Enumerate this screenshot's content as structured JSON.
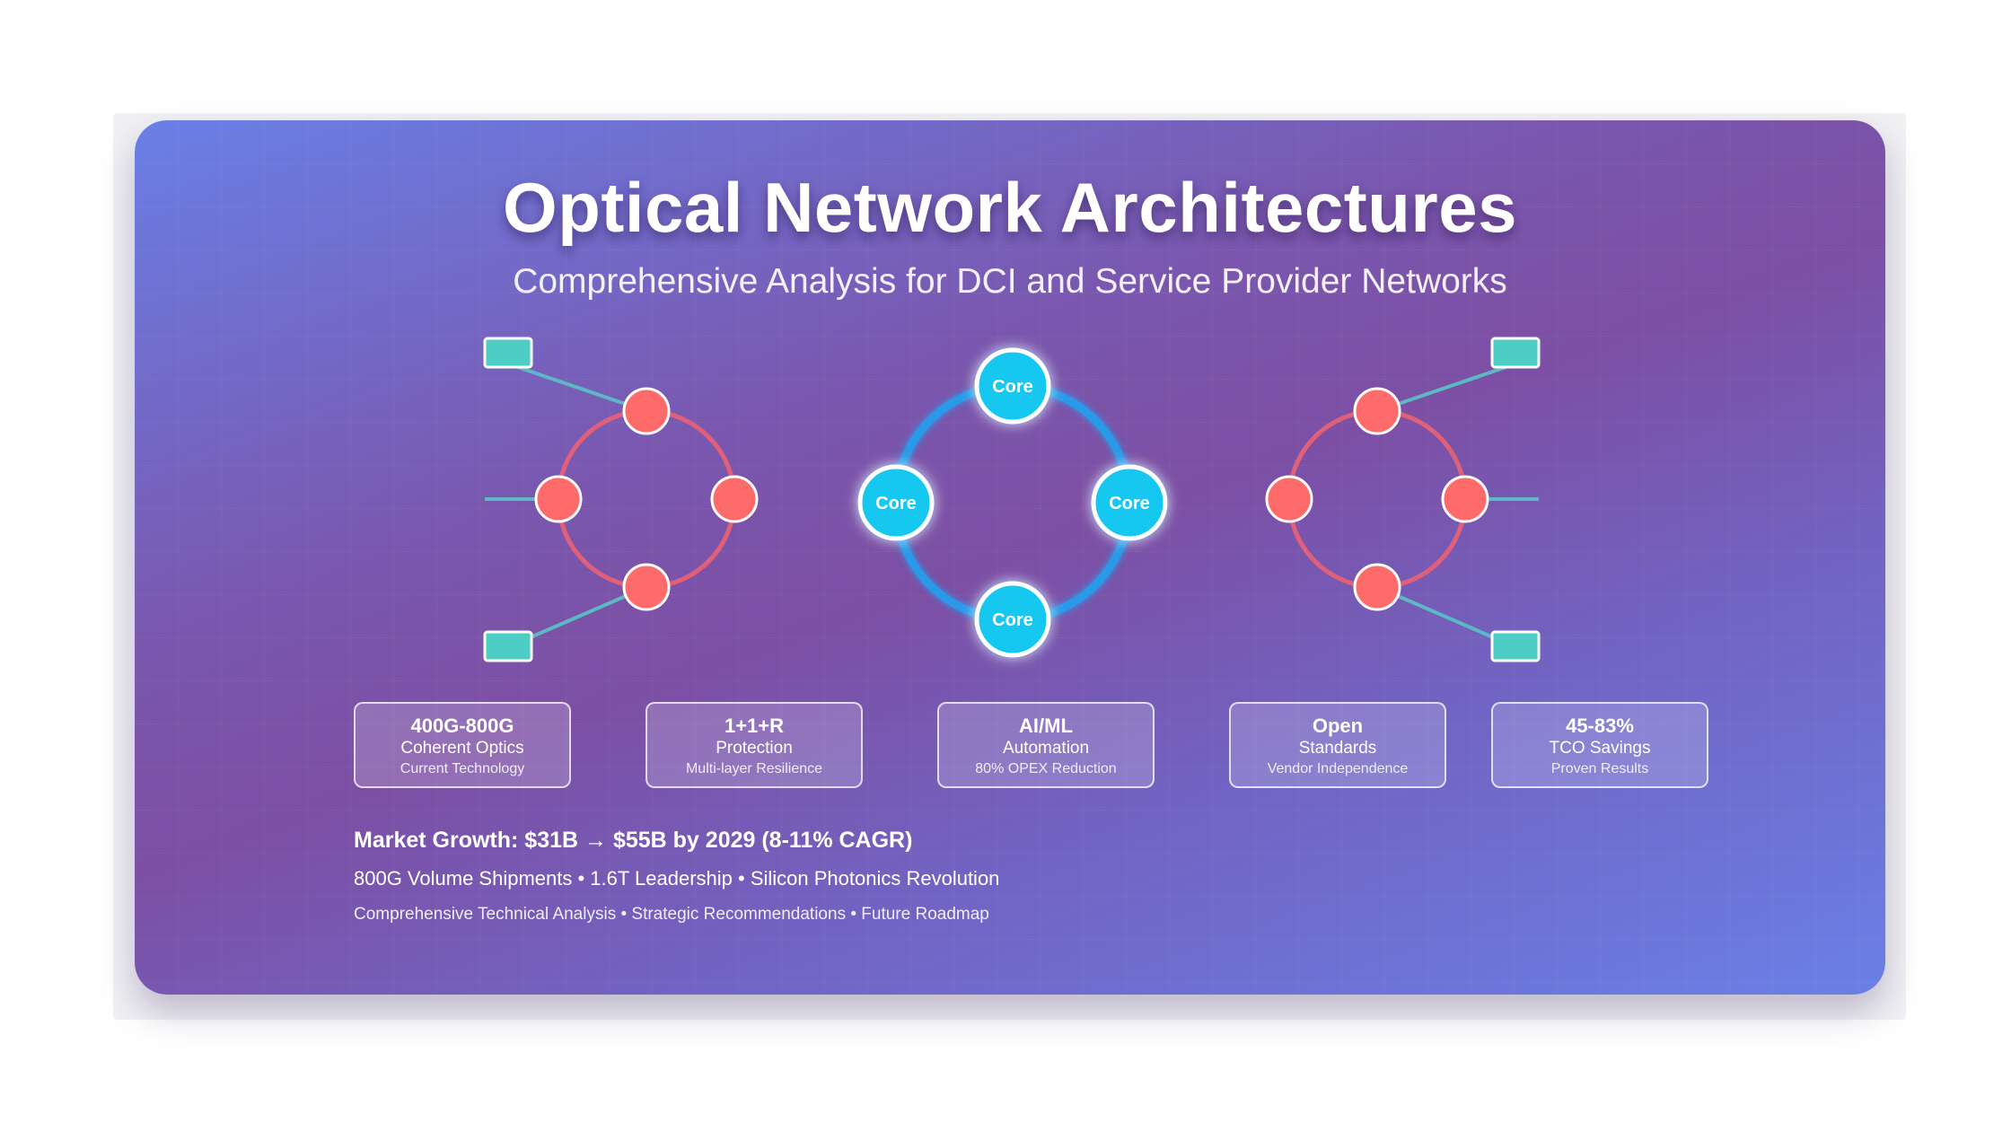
{
  "title": "Optical Network Architectures",
  "subtitle": "Comprehensive Analysis for DCI and Service Provider Networks",
  "colors": {
    "ring_red": "#ff6b6b",
    "ring_line": "#e0607a",
    "core_cyan": "#17c8f0",
    "core_ring": "#2a9ae8",
    "terminal_teal": "#4ecdc4",
    "link_teal": "#5bb8c4"
  },
  "diagram": {
    "core_nodes": [
      "Core",
      "Core",
      "Core",
      "Core"
    ]
  },
  "cards": [
    {
      "head": "400G-800G",
      "sub": "Coherent Optics",
      "note": "Current Technology"
    },
    {
      "head": "1+1+R",
      "sub": "Protection",
      "note": "Multi-layer Resilience"
    },
    {
      "head": "AI/ML",
      "sub": "Automation",
      "note": "80% OPEX Reduction"
    },
    {
      "head": "Open",
      "sub": "Standards",
      "note": "Vendor Independence"
    },
    {
      "head": "45-83%",
      "sub": "TCO Savings",
      "note": "Proven Results"
    }
  ],
  "footer": {
    "growth": "Market Growth: $31B → $55B by 2029 (8-11% CAGR)",
    "highlights": "800G Volume Shipments • 1.6T Leadership • Silicon Photonics Revolution",
    "contents": "Comprehensive Technical Analysis • Strategic Recommendations • Future Roadmap"
  }
}
